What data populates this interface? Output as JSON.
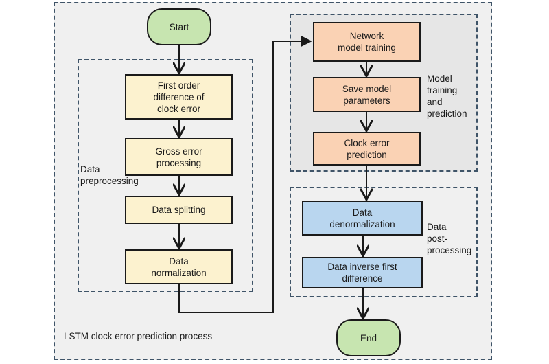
{
  "diagram": {
    "title": "LSTM clock error prediction process",
    "colors": {
      "terminator": "#c7e5b0",
      "preprocessing": "#fcf2cf",
      "model": "#fad2b4",
      "postprocessing": "#b9d6ef",
      "frame_background": "#f0f0f0",
      "model_panel_background": "#e6e6e6",
      "dashed_border": "#3f5468",
      "node_border": "#1a1a1a",
      "connector": "#1a1a1a"
    },
    "panels": [
      {
        "id": "preprocessing",
        "caption": "Data\npreprocessing"
      },
      {
        "id": "model",
        "caption": "Model\ntraining\nand\nprediction"
      },
      {
        "id": "postprocessing",
        "caption": "Data\npost-\nprocessing"
      }
    ],
    "nodes": {
      "start": "Start",
      "first_order_difference": "First order\ndifference of\nclock error",
      "gross_error_processing": "Gross error\nprocessing",
      "data_splitting": "Data splitting",
      "data_normalization": "Data\nnormalization",
      "network_model_training": "Network\nmodel training",
      "save_model_parameters": "Save model\nparameters",
      "clock_error_prediction": "Clock error\nprediction",
      "data_denormalization": "Data\ndenormalization",
      "data_inverse_first_difference": "Data inverse first\ndifference",
      "end": "End"
    },
    "edges": [
      {
        "from": "start",
        "to": "first_order_difference"
      },
      {
        "from": "first_order_difference",
        "to": "gross_error_processing"
      },
      {
        "from": "gross_error_processing",
        "to": "data_splitting"
      },
      {
        "from": "data_splitting",
        "to": "data_normalization"
      },
      {
        "from": "data_normalization",
        "to": "network_model_training"
      },
      {
        "from": "network_model_training",
        "to": "save_model_parameters"
      },
      {
        "from": "save_model_parameters",
        "to": "clock_error_prediction"
      },
      {
        "from": "clock_error_prediction",
        "to": "data_denormalization"
      },
      {
        "from": "data_denormalization",
        "to": "data_inverse_first_difference"
      },
      {
        "from": "data_inverse_first_difference",
        "to": "end"
      }
    ]
  }
}
